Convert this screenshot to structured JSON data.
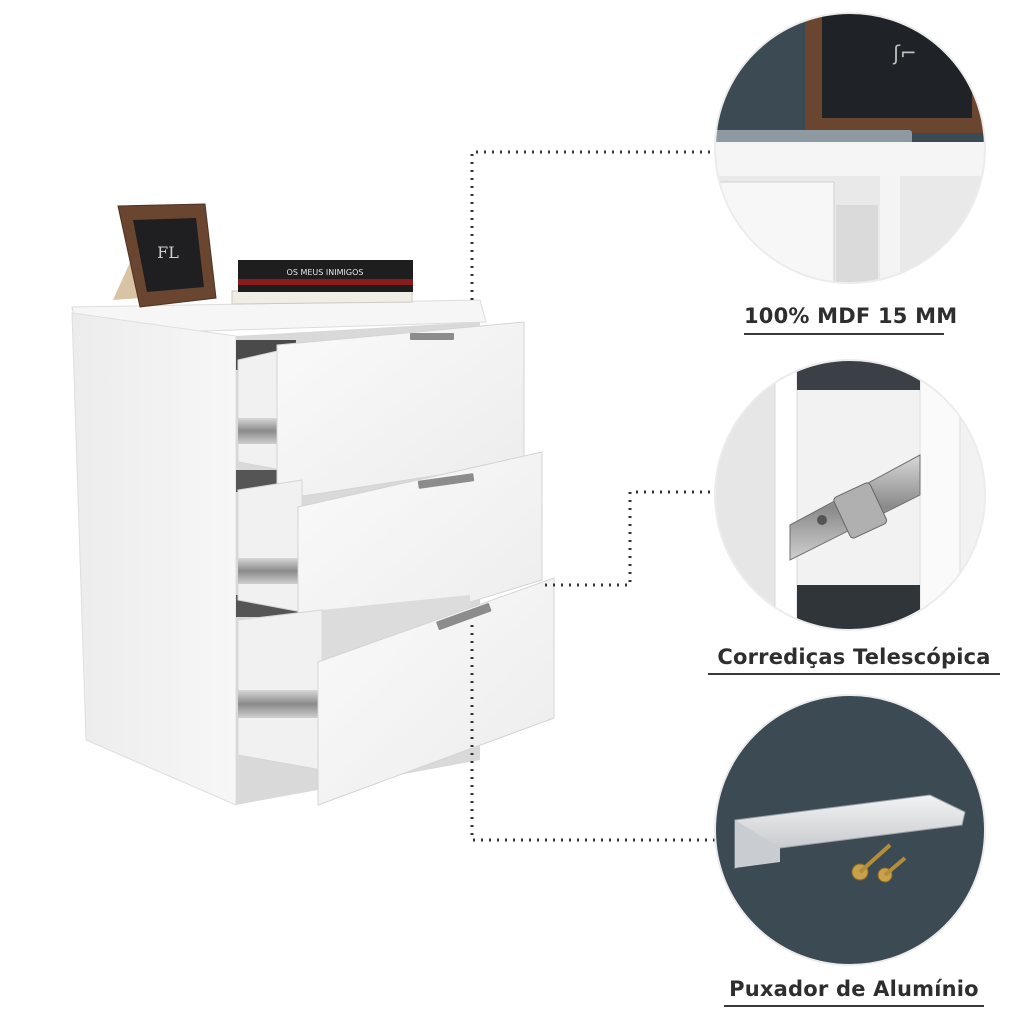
{
  "features": [
    {
      "label": "100% MDF 15 MM"
    },
    {
      "label": "Corrediças Telescópica"
    },
    {
      "label": "Puxador de Alumínio"
    }
  ],
  "book_spine": "OS MEUS INIMIGOS",
  "colors": {
    "background": "#ffffff",
    "furniture": "#f3f3f3",
    "detail_bg": "#3b4a53",
    "frame_wood": "#6a4630",
    "caption": "#2e2e2e"
  }
}
